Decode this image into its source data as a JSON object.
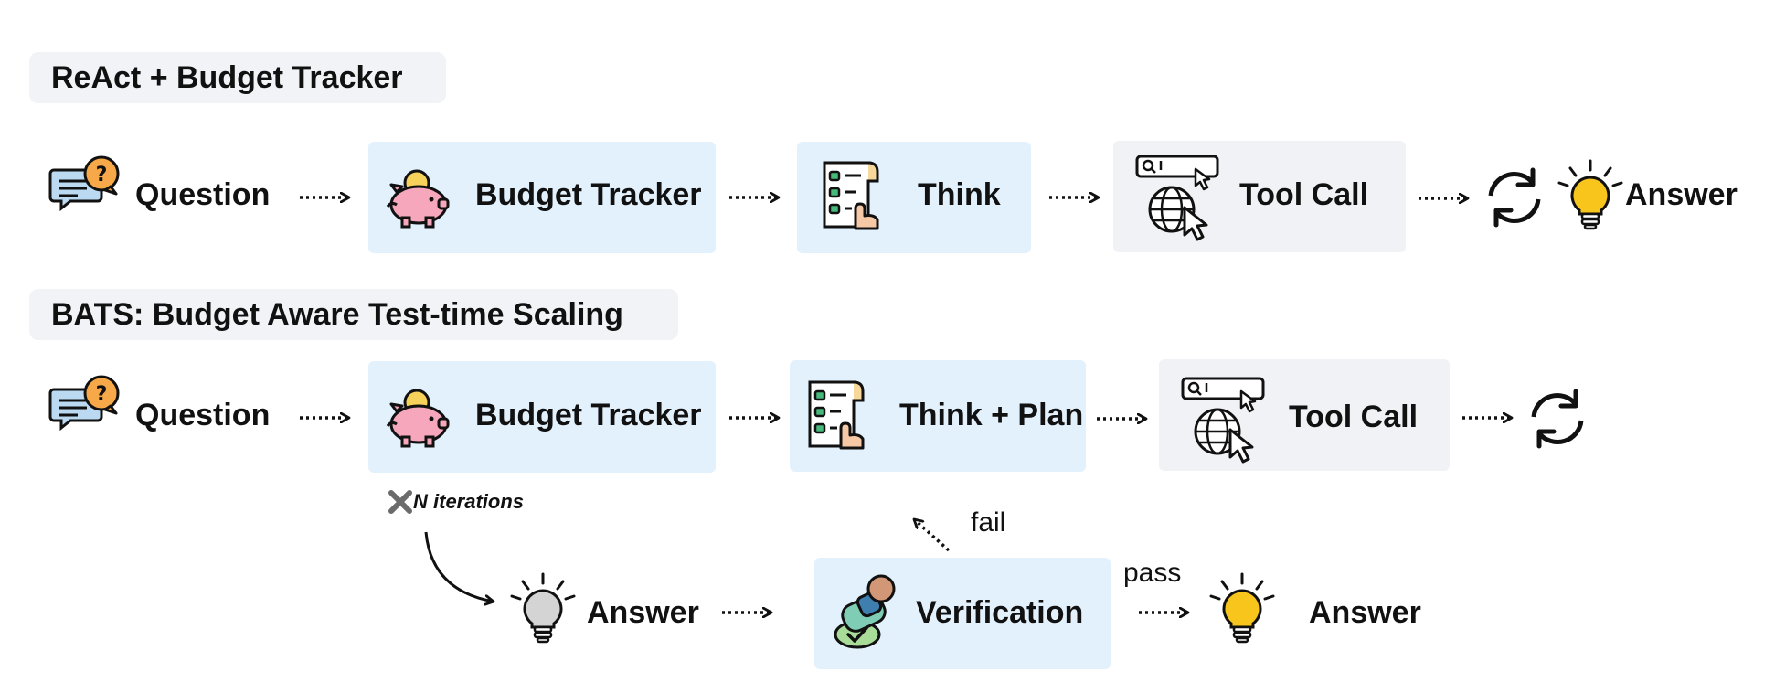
{
  "react": {
    "title": "ReAct + Budget Tracker",
    "steps": [
      "Question",
      "Budget Tracker",
      "Think",
      "Tool Call",
      "Answer"
    ]
  },
  "bats": {
    "title": "BATS: Budget Aware Test-time Scaling",
    "steps": [
      "Question",
      "Budget Tracker",
      "Think + Plan",
      "Tool Call"
    ],
    "iterations": "N iterations",
    "answer": "Answer",
    "verification": "Verification",
    "fail": "fail",
    "pass": "pass",
    "final_answer": "Answer"
  },
  "colors": {
    "blue_box": "#e3f1fc",
    "gray_box": "#f1f2f5",
    "title_bg": "#f1f3f6",
    "bulb": "#f7c51c",
    "pig": "#f7a7bc"
  }
}
